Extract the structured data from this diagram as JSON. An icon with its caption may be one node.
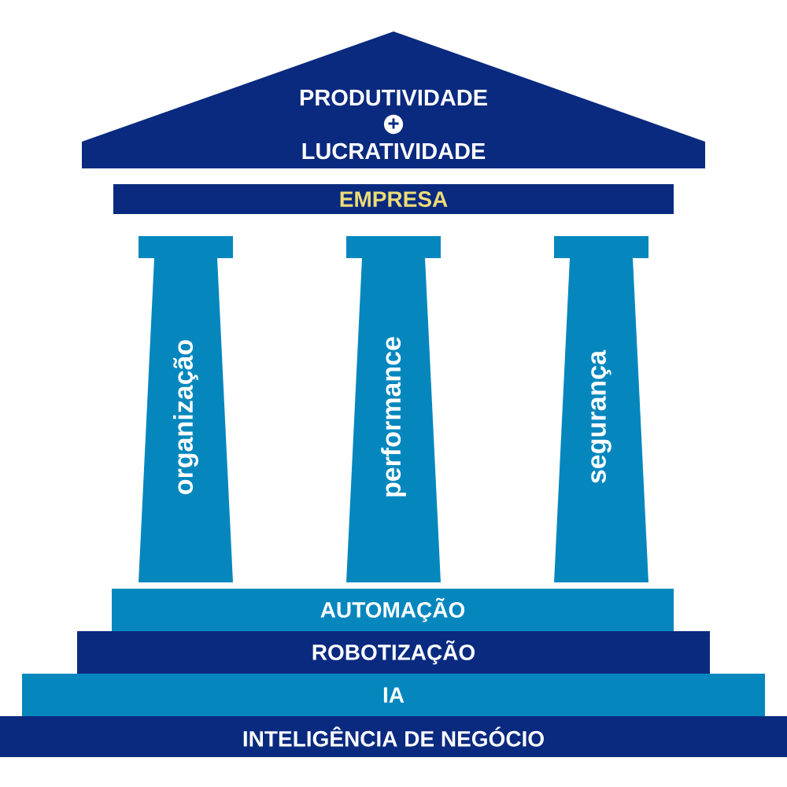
{
  "diagram": {
    "nodes": [
      {
        "text": [
          "PRODUTIVIDADE",
          "+",
          "LUCRATIVIDADE"
        ]
      },
      {
        "text": [
          "EMPRESA"
        ]
      },
      {
        "text": [
          "organização"
        ]
      },
      {
        "text": [
          "performance"
        ]
      },
      {
        "text": [
          "segurança"
        ]
      },
      {
        "text": [
          "AUTOMAÇÃO"
        ]
      },
      {
        "text": [
          "ROBOTIZAÇÃO"
        ]
      },
      {
        "text": [
          "IA"
        ]
      },
      {
        "text": [
          "INTELIGÊNCIA DE NEGÓCIO"
        ]
      }
    ]
  }
}
